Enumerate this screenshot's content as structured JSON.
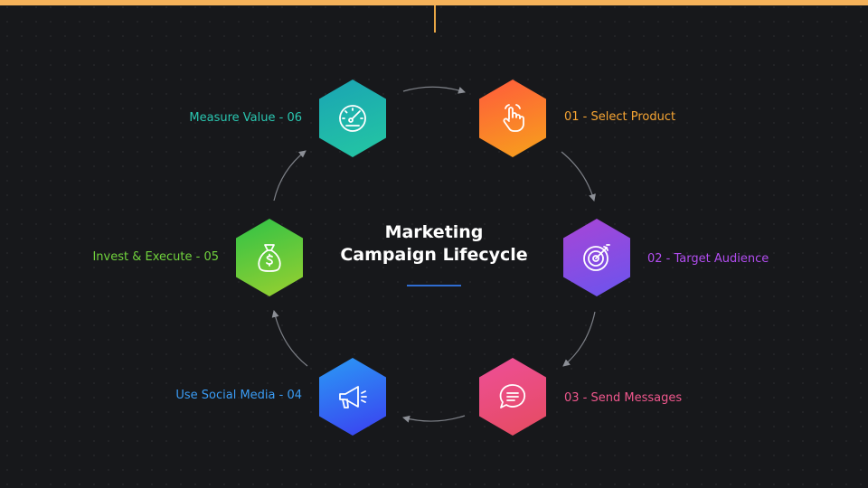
{
  "title": {
    "line1": "Marketing",
    "line2": "Campaign Lifecycle"
  },
  "steps": [
    {
      "label": "01 - Select Product",
      "icon": "hand-pointer-icon",
      "color": "#f7a533"
    },
    {
      "label": "02 - Target Audience",
      "icon": "target-icon",
      "color": "#b24df0"
    },
    {
      "label": "03 - Send Messages",
      "icon": "chat-message-icon",
      "color": "#f0578d"
    },
    {
      "label": "Use Social Media - 04",
      "icon": "megaphone-icon",
      "color": "#3a9cf5"
    },
    {
      "label": "Invest & Execute - 05",
      "icon": "money-bag-icon",
      "color": "#71d33d"
    },
    {
      "label": "Measure Value - 06",
      "icon": "gauge-icon",
      "color": "#2ac6b0"
    }
  ],
  "colors": {
    "background": "#17181b",
    "accent_top": "#f5b25a",
    "underline": "#2f6cd1",
    "arrow": "#8c8f96"
  }
}
